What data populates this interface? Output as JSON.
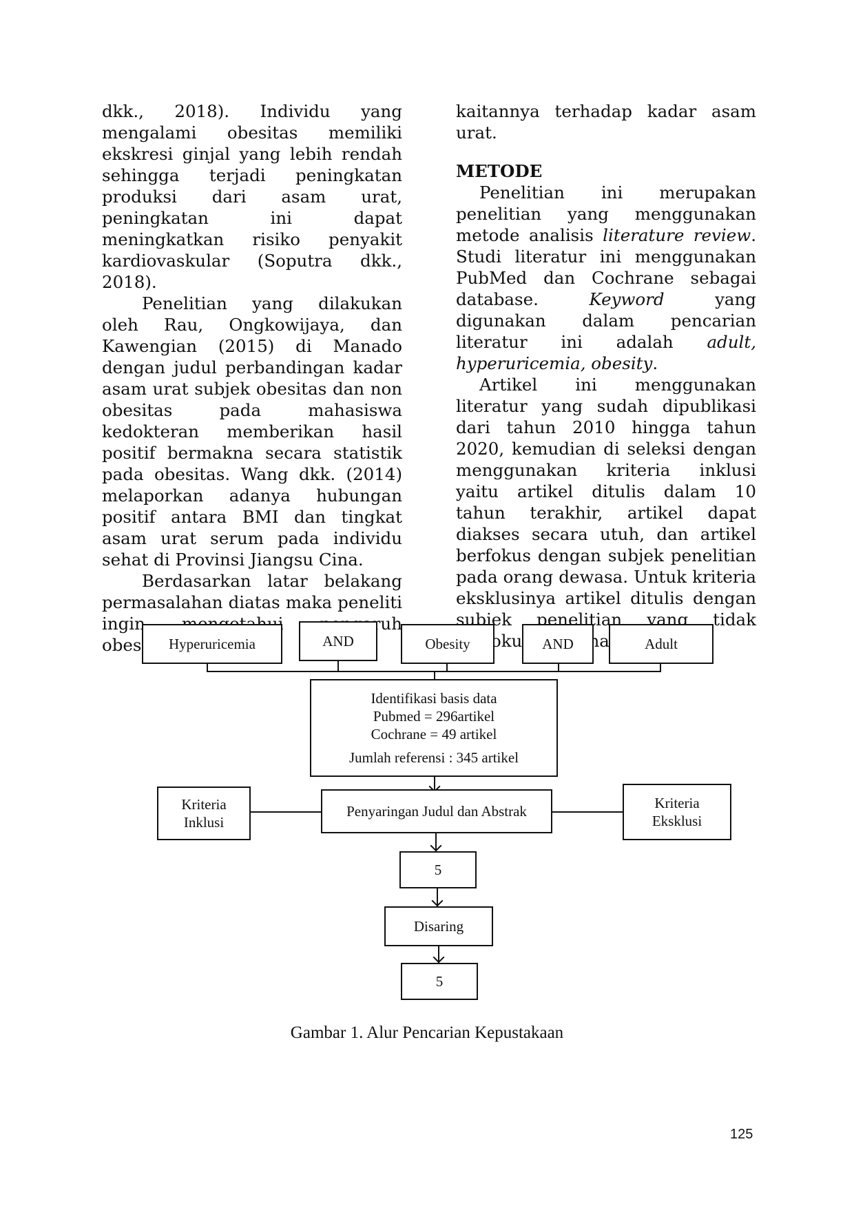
{
  "left_column": {
    "p1": "dkk., 2018). Individu yang mengalami obesitas memiliki ekskresi ginjal yang lebih rendah sehingga terjadi peningkatan produksi dari asam urat, peningkatan ini dapat meningkatkan risiko penyakit kardiovaskular (Soputra dkk., 2018).",
    "p2": "Penelitian yang dilakukan oleh Rau, Ongkowijaya, dan Kawengian (2015) di Manado dengan judul perbandingan kadar asam urat subjek obesitas dan non obesitas pada mahasiswa kedokteran memberikan hasil positif bermakna secara statistik pada obesitas. Wang dkk. (2014) melaporkan adanya hubungan positif antara BMI dan tingkat asam urat serum pada individu sehat di Provinsi Jiangsu Cina.",
    "p3": "Berdasarkan latar belakang permasalahan diatas maka peneliti ingin mengetahui pengaruh obesitas"
  },
  "right_column": {
    "p1": "kaitannya terhadap kadar asam urat.",
    "heading": "METODE",
    "p2_a": "Penelitian ini merupakan penelitian yang menggunakan metode analisis ",
    "p2_em1": "literature review",
    "p2_b": ". Studi literatur ini menggunakan PubMed dan Cochrane sebagai database. ",
    "p2_em2": "Keyword",
    "p2_c": " yang digunakan dalam pencarian literatur ini adalah ",
    "p2_em3": "adult, hyperuricemia, obesity",
    "p2_d": ".",
    "p3": "Artikel ini menggunakan literatur yang sudah dipublikasi dari tahun 2010 hingga tahun 2020, kemudian di seleksi dengan menggunakan kriteria inklusi yaitu artikel ditulis dalam 10 tahun terakhir, artikel dapat diakses secara utuh, dan artikel berfokus dengan subjek penelitian pada orang dewasa. Untuk kriteria eksklusinya artikel ditulis dengan subjek penelitian yang tidak berfokus pada manusia."
  },
  "flowchart": {
    "keyword1": "Hyperuricemia",
    "and1": "AND",
    "keyword2": "Obesity",
    "and2": "AND",
    "keyword3": "Adult",
    "identification": {
      "line1": "Identifikasi basis data",
      "line2": "Pubmed = 296artikel",
      "line3": "Cochrane = 49 artikel",
      "line4": "Jumlah referensi : 345 artikel"
    },
    "inclusion": {
      "line1": "Kriteria",
      "line2": "Inklusi"
    },
    "screening": "Penyaringan Judul dan Abstrak",
    "exclusion": {
      "line1": "Kriteria",
      "line2": "Eksklusi"
    },
    "result1": "5",
    "filtered": "Disaring",
    "result2": "5"
  },
  "caption": "Gambar 1. Alur  Pencarian Kepustakaan",
  "page_number": "125"
}
